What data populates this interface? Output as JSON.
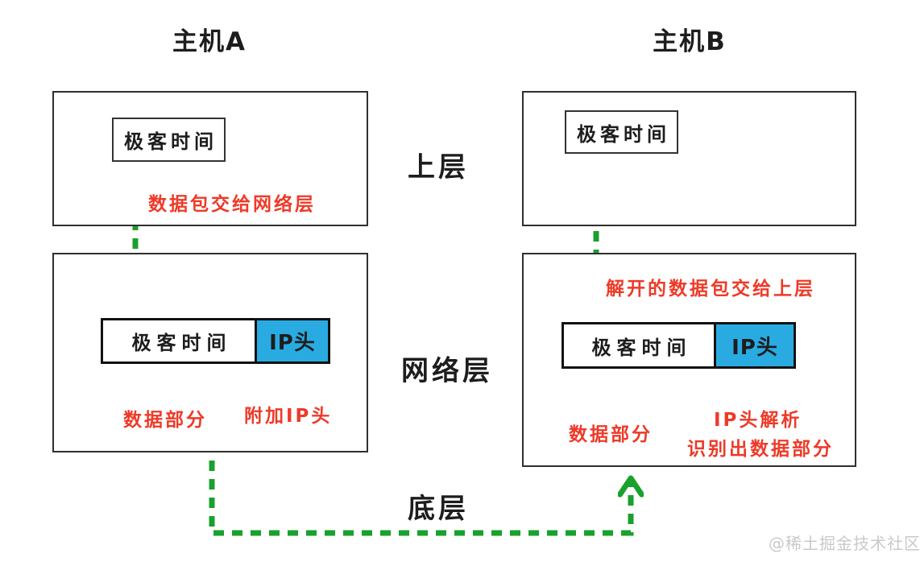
{
  "colors": {
    "green_arrow": "#1aa12d",
    "blue_ip_header": "#29abe2",
    "red_annotation": "#ee3a28",
    "box_border": "#2f2f2f",
    "watermark_gray": "#c9c9c9"
  },
  "layers": {
    "upper": "上层",
    "network": "网络层",
    "bottom": "底层"
  },
  "host_a": {
    "title": "主机A",
    "upper_packet_label": "极客时间",
    "upper_annotation": "数据包交给网络层",
    "network_packet_data_label": "极客时间",
    "network_packet_header_label": "IP头",
    "network_data_annotation": "数据部分",
    "network_header_annotation": "附加IP头"
  },
  "host_b": {
    "title": "主机B",
    "upper_packet_label": "极客时间",
    "network_unpack_annotation": "解开的数据包交给上层",
    "network_packet_data_label": "极客时间",
    "network_packet_header_label": "IP头",
    "network_data_annotation": "数据部分",
    "network_header_annotation_line1": "IP头解析",
    "network_header_annotation_line2": "识别出数据部分"
  },
  "watermark": "@稀土掘金技术社区",
  "flows": [
    {
      "name": "a-upper-packet-to-network-layer",
      "style": "green-dashed",
      "direction": "down"
    },
    {
      "name": "a-packet-data-split",
      "style": "black-dotted",
      "direction": "down"
    },
    {
      "name": "a-packet-header-split",
      "style": "black-dotted",
      "direction": "down"
    },
    {
      "name": "a-network-to-b-network-via-bottom-layer",
      "style": "green-dashed",
      "direction": "down-right-up"
    },
    {
      "name": "b-network-packet-to-upper-layer",
      "style": "green-dashed",
      "direction": "up"
    },
    {
      "name": "b-packet-data-split",
      "style": "black-dotted",
      "direction": "down"
    },
    {
      "name": "b-packet-header-split",
      "style": "black-dotted",
      "direction": "down"
    }
  ]
}
